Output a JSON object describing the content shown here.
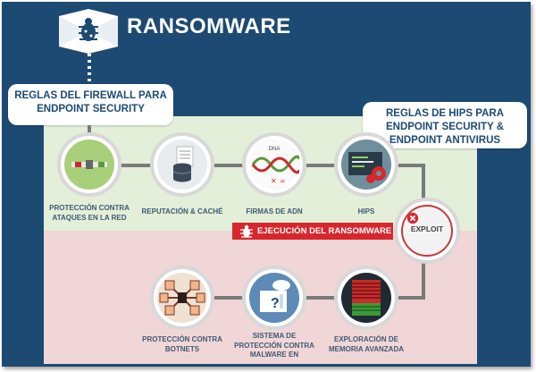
{
  "header": {
    "title": "RANSOMWARE",
    "logo_icon": "bug-icon"
  },
  "callouts": {
    "firewall": "REGLAS DEL FIREWALL PARA ENDPOINT SECURITY",
    "hips": "REGLAS DE HIPS PARA ENDPOINT SECURITY & ENDPOINT ANTIVIRUS"
  },
  "banner": {
    "label": "EJECUCIÓN DEL RANSOMWARE",
    "icon": "bug-icon"
  },
  "exploit": {
    "label": "EXPLOIT",
    "icon": "close-icon"
  },
  "steps_top": [
    {
      "label": "PROTECCIÓN CONTRA ATAQUES EN LA RED",
      "icon": "network-cable-icon"
    },
    {
      "label": "REPUTACIÓN & CACHÉ",
      "icon": "database-icon"
    },
    {
      "label": "FIRMAS DE ADN",
      "icon": "dna-icon",
      "icon_text": "DNA"
    },
    {
      "label": "HIPS",
      "icon": "code-gear-icon"
    }
  ],
  "steps_bottom": [
    {
      "label": "PROTECCIÓN CONTRA BOTNETS",
      "icon": "botnet-icon"
    },
    {
      "label": "SISTEMA DE PROTECCIÓN CONTRA MALWARE EN",
      "icon": "cloud-sandbox-icon",
      "icon_text": "?"
    },
    {
      "label": "EXPLORACIÓN DE MEMORIA AVANZADA",
      "icon": "memory-scan-icon"
    }
  ],
  "colors": {
    "background": "#1d4a73",
    "top_panel": "#e3efd9",
    "bottom_panel": "#f1d6d7",
    "accent_red": "#d8262d"
  }
}
